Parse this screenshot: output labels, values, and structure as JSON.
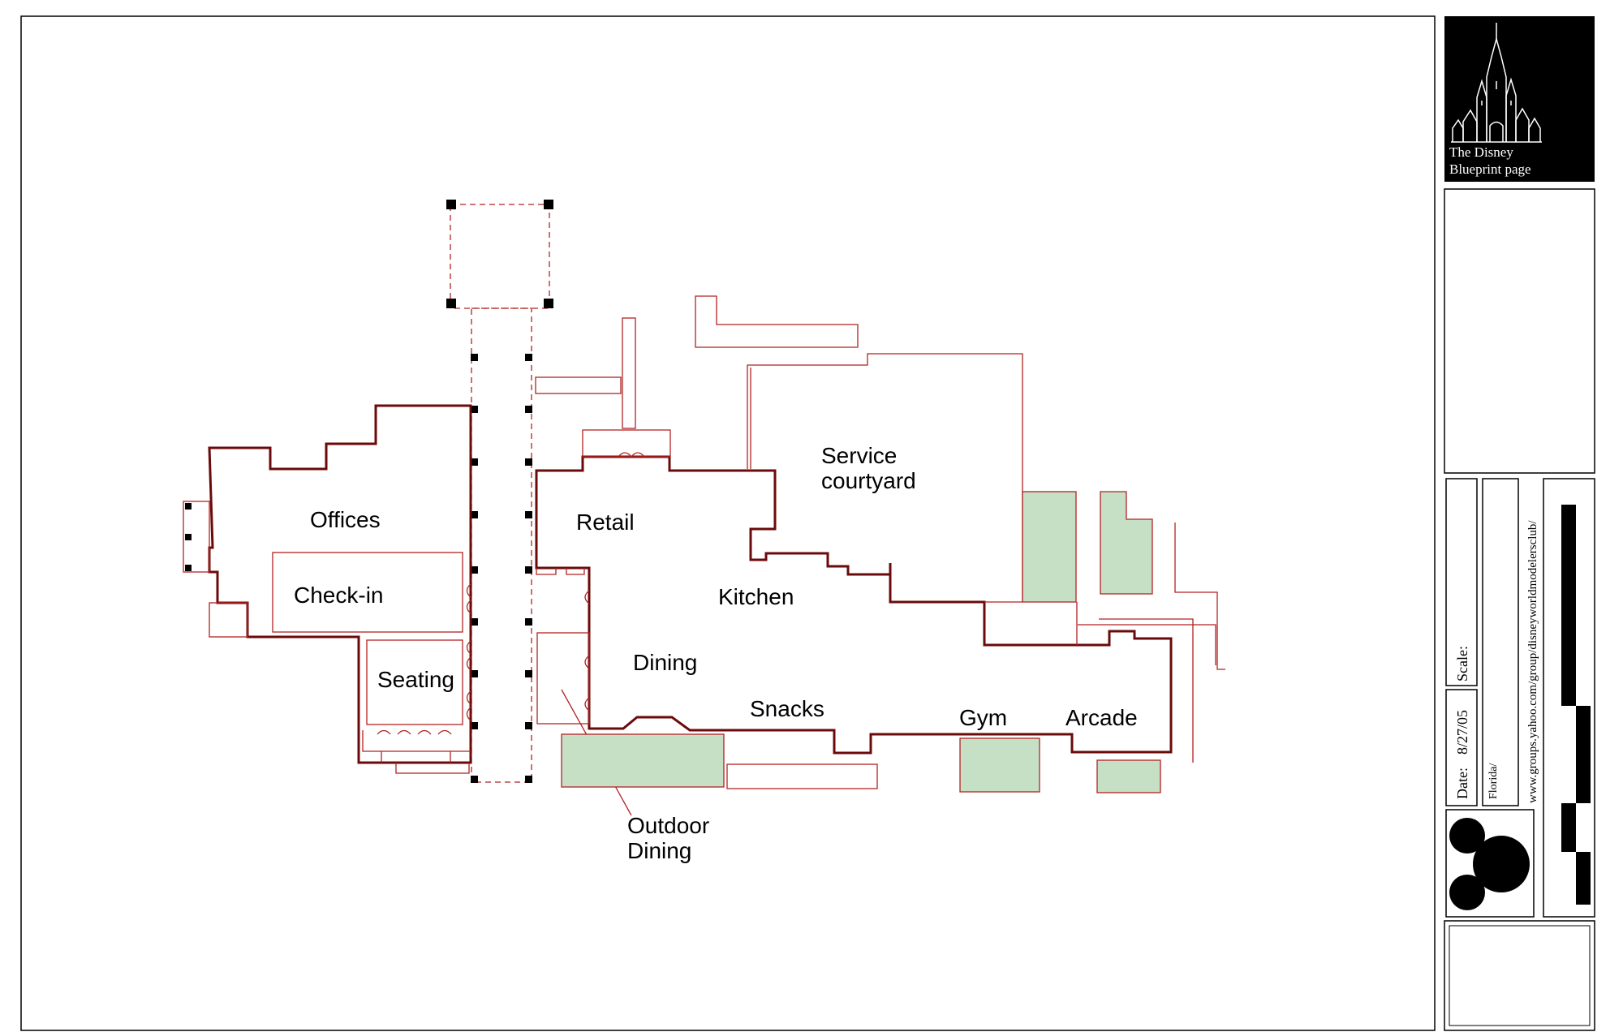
{
  "title_block": {
    "logo_line1": "The Disney",
    "logo_line2": "Blueprint page",
    "scale_label": "Scale:",
    "date_label": "Date:",
    "date_value": "8/27/05",
    "location": "Florida/",
    "url": "www.groups.yahoo.com/group/disneyworldmodelersclub/"
  },
  "rooms": {
    "offices": "Offices",
    "check_in": "Check-in",
    "seating": "Seating",
    "retail": "Retail",
    "kitchen": "Kitchen",
    "service_line1": "Service",
    "service_line2": "courtyard",
    "dining": "Dining",
    "snacks": "Snacks",
    "gym": "Gym",
    "arcade": "Arcade",
    "outdoor_line1": "Outdoor",
    "outdoor_line2": "Dining"
  },
  "colors": {
    "wall": "#6b0a0a",
    "thin_line": "#b22222",
    "landscape": "#c6e0c6",
    "title_black": "#000000"
  }
}
